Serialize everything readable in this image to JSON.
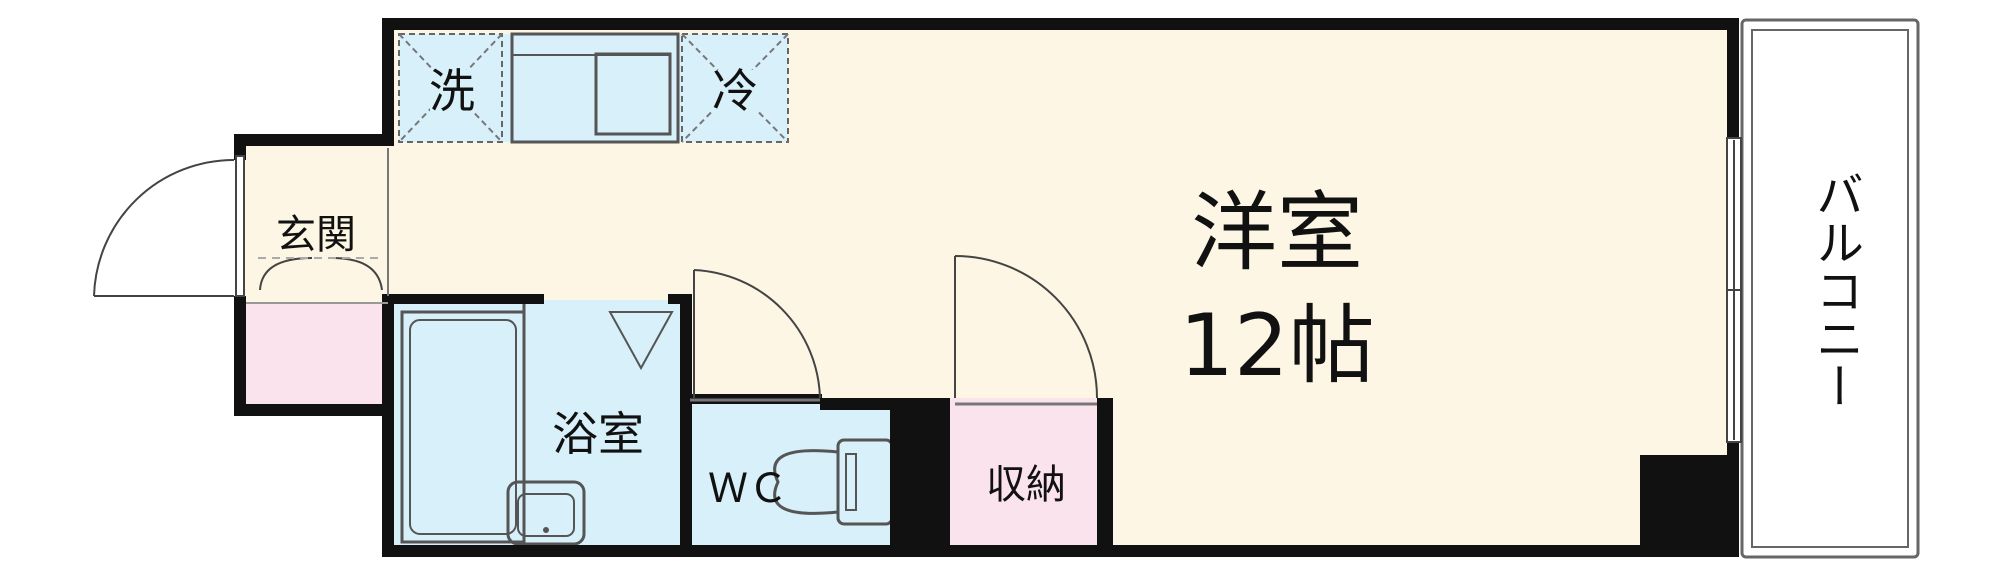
{
  "rooms": {
    "western": {
      "label": "洋室",
      "size": "12帖"
    },
    "entrance": "玄関",
    "bath": "浴室",
    "toilet": "ＷＣ",
    "storage": "収納",
    "balcony": "バルコニー"
  },
  "appliances": {
    "washer": "洗",
    "fridge": "冷"
  },
  "colors": {
    "wall": "#111111",
    "floor": "#fdf6e4",
    "wet_area": "#d7f0fa",
    "storage": "#fbe3ee",
    "outline": "#555555"
  }
}
